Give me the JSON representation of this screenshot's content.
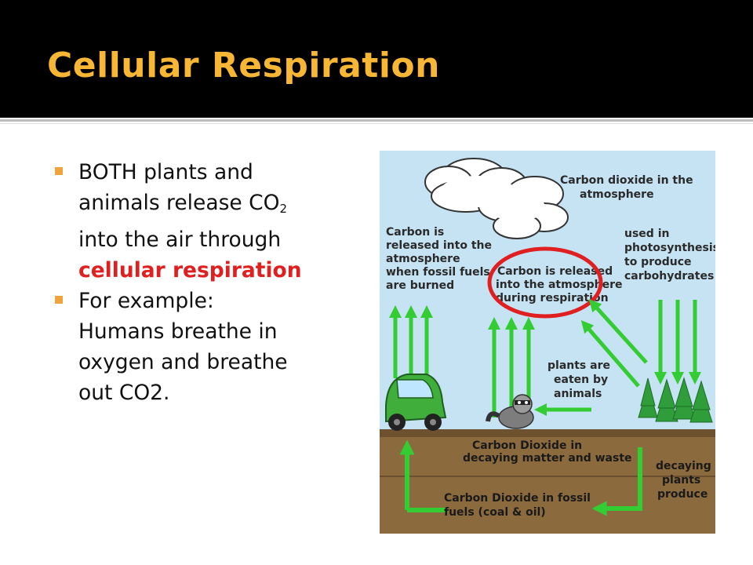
{
  "slide": {
    "title": "Cellular Respiration",
    "bullets": [
      {
        "line1": "BOTH plants and",
        "line2a": "animals release CO",
        "line2sub": "2",
        "line3": "into the air through",
        "highlight": "cellular respiration"
      },
      {
        "line1": "For example:",
        "line2": "Humans breathe in",
        "line3": "oxygen and breathe",
        "line4": "out CO2."
      }
    ]
  },
  "diagram": {
    "atmosphere": [
      "Carbon dioxide in the",
      "atmosphere"
    ],
    "fossil_fuels_burned": [
      "Carbon is",
      "released into the",
      "atmosphere",
      "when fossil fuels",
      "are burned"
    ],
    "respiration": [
      "Carbon is released",
      "into the atmosphere",
      "during respiration"
    ],
    "photosynthesis": [
      "used in",
      "photosynthesis",
      "to produce",
      "carbohydrates"
    ],
    "plants_eaten": [
      "plants are",
      "eaten by",
      "animals"
    ],
    "decaying_matter": [
      "Carbon Dioxide in",
      "decaying matter and waste"
    ],
    "decaying_plants": [
      "decaying",
      "plants",
      "produce"
    ],
    "fossil_fuels": [
      "Carbon Dioxide in fossil",
      "fuels (coal & oil)"
    ],
    "colors": {
      "title": "#f7b633",
      "bullet_marker": "#f0a33c",
      "highlight_text": "#e02020",
      "sky": "#c6e3f3",
      "soil": "#8b6a3e",
      "arrow": "#33cc33",
      "circle": "#e02020"
    }
  }
}
